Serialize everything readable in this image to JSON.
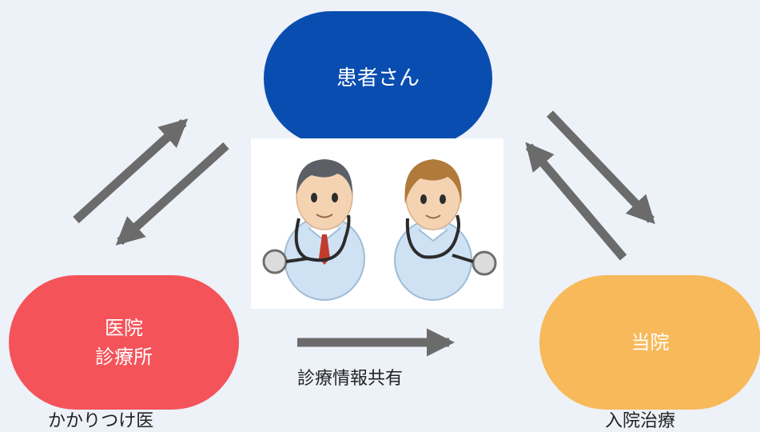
{
  "nodes": {
    "patient": {
      "label": "患者さん",
      "color": "#0a4db0"
    },
    "clinic": {
      "label_line1": "医院",
      "label_line2": "診療所",
      "color": "#f5535a"
    },
    "hospital": {
      "label": "当院",
      "color": "#f7b95a"
    }
  },
  "captions": {
    "clinic": "かかりつけ医",
    "hospital": "入院治療",
    "share": "診療情報共有"
  },
  "arrow_color": "#6b6b6b",
  "illustration": {
    "icons": [
      "male-doctor-icon",
      "female-doctor-icon"
    ]
  }
}
